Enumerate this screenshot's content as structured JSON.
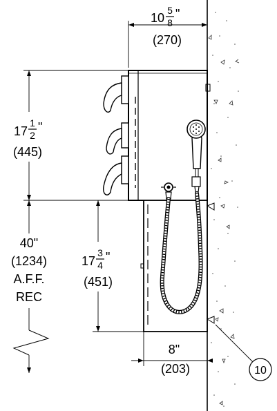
{
  "dimensions": {
    "depth_total": {
      "whole": "10",
      "num": "5",
      "den": "8",
      "unit": "\"",
      "metric": "(270)"
    },
    "housing_height": {
      "whole": "17",
      "num": "1",
      "den": "2",
      "unit": "\"",
      "metric": "(445)"
    },
    "mount_height": {
      "line1": "40\"",
      "line2": "(1234)",
      "line3": "A.F.F.",
      "line4": "REC"
    },
    "lower_height": {
      "whole": "17",
      "num": "3",
      "den": "4",
      "unit": "\"",
      "metric": "(451)"
    },
    "lower_depth": {
      "label": "8\"",
      "metric": "(203)"
    }
  },
  "callout": {
    "number": "10"
  }
}
